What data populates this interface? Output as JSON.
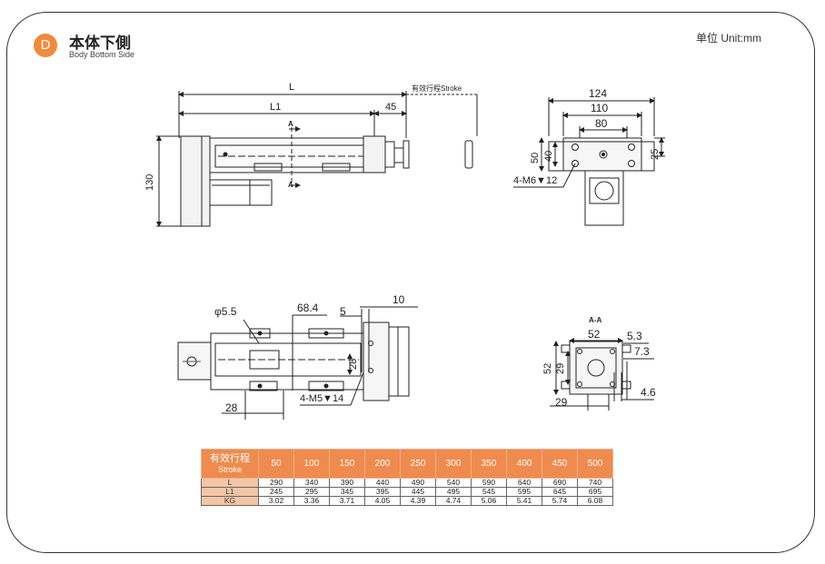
{
  "header": {
    "badge": "D",
    "title_cn": "本体下側",
    "title_en": "Body Bottom Side",
    "unit": "单位 Unit:mm"
  },
  "top_view": {
    "dim_L": "L",
    "dim_L1": "L1",
    "dim_45": "45",
    "stroke_label": "有效行程Stroke",
    "dim_130": "130",
    "section_mark": "A"
  },
  "end_view": {
    "dim_124": "124",
    "dim_110": "110",
    "dim_80": "80",
    "dim_50": "50",
    "dim_40": "40",
    "dim_25": "25",
    "thread": "4-M6▼12"
  },
  "bottom_view": {
    "dim_d55": "φ5.5",
    "dim_684": "68.4",
    "dim_5": "5",
    "dim_10": "10",
    "dim_28v": "28",
    "dim_28h": "28",
    "thread": "4-M5▼14"
  },
  "section_view": {
    "mark": "A-A",
    "dim_52top": "52",
    "dim_53": "5.3",
    "dim_73": "7.3",
    "dim_52left": "52",
    "dim_29left": "29",
    "dim_29bottom": "29",
    "dim_46": "4.6"
  },
  "table": {
    "header_cn": "有效行程",
    "header_en": "Stroke",
    "strokes": [
      "50",
      "100",
      "150",
      "200",
      "250",
      "300",
      "350",
      "400",
      "450",
      "500"
    ],
    "rows": [
      {
        "label": "L",
        "values": [
          "290",
          "340",
          "390",
          "440",
          "490",
          "540",
          "590",
          "640",
          "690",
          "740"
        ]
      },
      {
        "label": "L1",
        "values": [
          "245",
          "295",
          "345",
          "395",
          "445",
          "495",
          "545",
          "595",
          "645",
          "695"
        ]
      },
      {
        "label": "KG",
        "values": [
          "3.02",
          "3.36",
          "3.71",
          "4.05",
          "4.39",
          "4.74",
          "5.06",
          "5.41",
          "5.74",
          "6.08"
        ]
      }
    ]
  }
}
